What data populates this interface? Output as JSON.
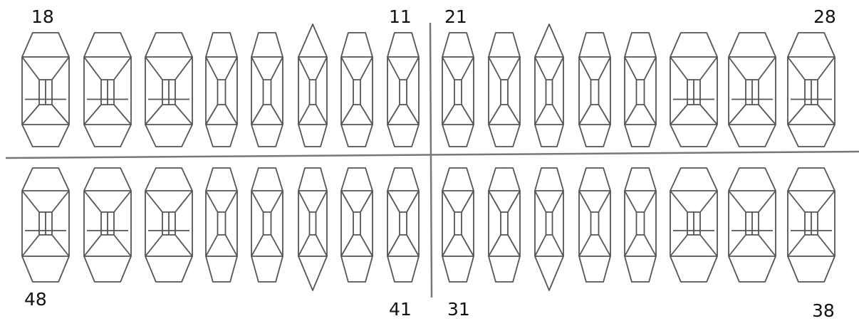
{
  "quadrant_labels": {
    "upper_right_outer": "18",
    "upper_right_inner": "11",
    "upper_left_inner": "21",
    "upper_left_outer": "28",
    "lower_right_outer": "48",
    "lower_right_inner": "41",
    "lower_left_inner": "31",
    "lower_left_outer": "38"
  },
  "tooth_types": {
    "upper": [
      "molar",
      "molar",
      "molar",
      "premolar",
      "premolar",
      "canine",
      "incisor",
      "incisor",
      "incisor",
      "incisor",
      "canine",
      "premolar",
      "premolar",
      "molar",
      "molar",
      "molar"
    ],
    "lower": [
      "molar",
      "molar",
      "molar",
      "premolar",
      "premolar",
      "canine",
      "incisor",
      "incisor",
      "incisor",
      "incisor",
      "canine",
      "premolar",
      "premolar",
      "molar",
      "molar",
      "molar"
    ]
  },
  "colors": {
    "stroke": "#555555",
    "divider": "#777777",
    "background": "#ffffff"
  }
}
